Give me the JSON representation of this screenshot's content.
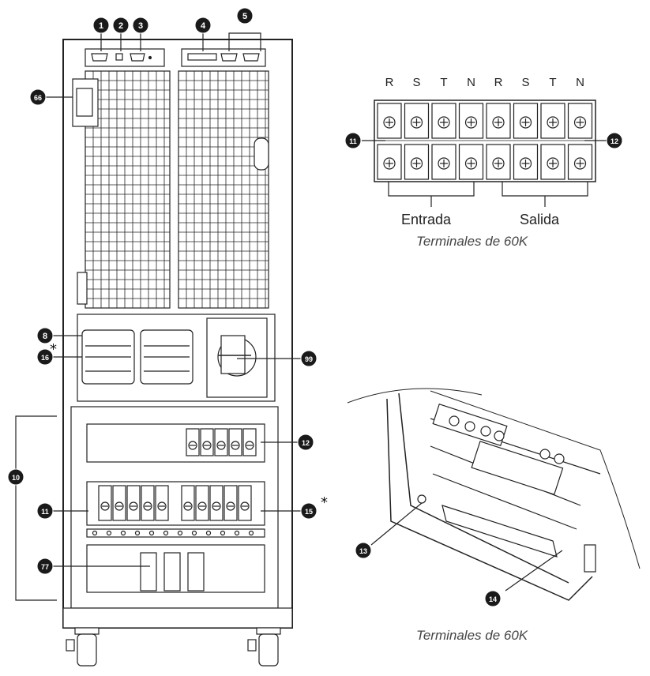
{
  "phase_labels": [
    "R",
    "S",
    "T",
    "N",
    "R",
    "S",
    "T",
    "N"
  ],
  "terminal_diagram": {
    "input_label": "Entrada",
    "output_label": "Salida",
    "caption": "Terminales de 60K"
  },
  "bottom_photo": {
    "caption": "Terminales de 60K"
  },
  "callouts": {
    "c1": "1",
    "c2": "2",
    "c3": "3",
    "c4": "4",
    "c5": "5",
    "c6": "66",
    "c8": "8",
    "c16": "16",
    "c9": "99",
    "c10": "10",
    "c11": "11",
    "c12": "12",
    "c15": "15",
    "c7": "77",
    "t11": "11",
    "t12": "12",
    "p13": "13",
    "p14": "14"
  },
  "asterisk": "*",
  "colors": {
    "line": "#222222",
    "badge": "#1a1a1a",
    "badge_text": "#ffffff",
    "panel": "#f4f4f4"
  }
}
